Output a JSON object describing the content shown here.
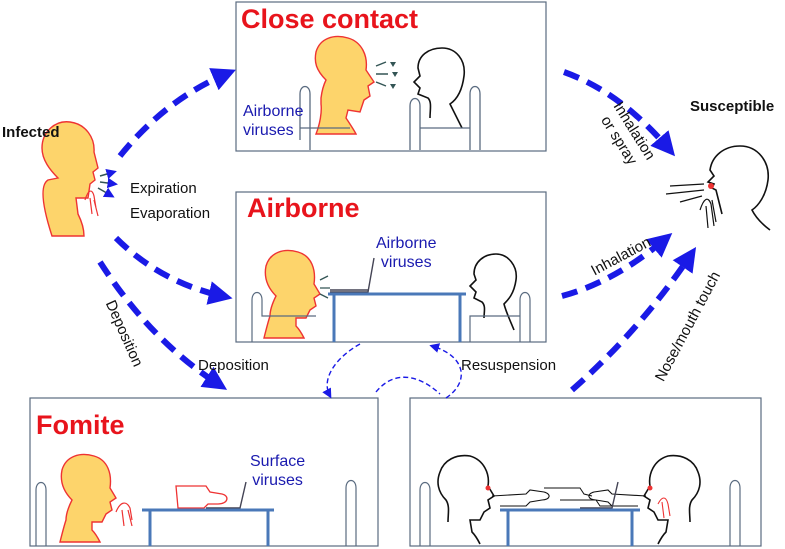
{
  "panels": {
    "close_contact": {
      "title": "Close contact",
      "virus_line1": "Airborne",
      "virus_line2": "viruses"
    },
    "airborne": {
      "title": "Airborne",
      "virus_line1": "Airborne",
      "virus_line2": "viruses"
    },
    "fomite": {
      "title": "Fomite",
      "virus_line1": "Surface",
      "virus_line2": "viruses"
    }
  },
  "labels": {
    "infected": "Infected",
    "susceptible": "Susceptible",
    "expiration": "Expiration",
    "evaporation": "Evaporation",
    "deposition_diag": "Deposition",
    "deposition_h": "Deposition",
    "resuspension": "Resuspension",
    "inhalation_spray_1": "Inhalation",
    "inhalation_spray_2": "or spray",
    "inhalation": "Inhalation",
    "nose_mouth_touch": "Nose/mouth touch"
  },
  "colors": {
    "arrow_blue": "#1a1ae6",
    "title_red": "#e8141c",
    "skin_yellow": "#fdd46b",
    "virus_text_blue": "#1a1aaf",
    "table_blue": "#4a78b8"
  }
}
